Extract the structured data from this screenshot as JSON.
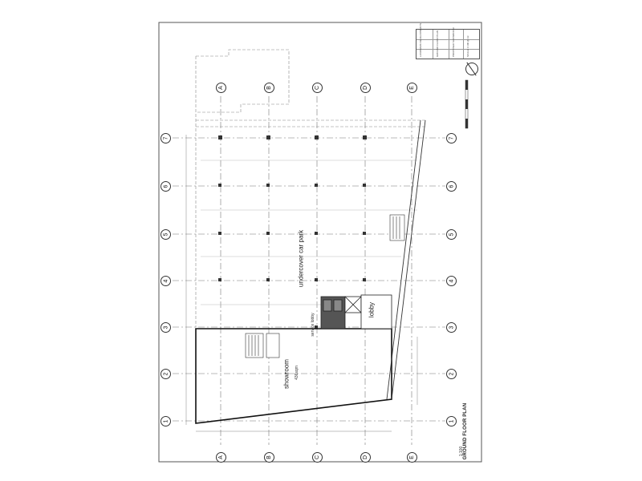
{
  "drawing": {
    "title": "GROUND FLOOR PLAN",
    "scale": "1:100"
  },
  "grid": {
    "columns": [
      "A",
      "B",
      "C",
      "D",
      "E"
    ],
    "rows": [
      "1",
      "2",
      "3",
      "4",
      "5",
      "6",
      "7"
    ]
  },
  "rooms": {
    "car_park": "undercover car park",
    "showroom": "showroom",
    "showroom_area": "436sqm",
    "lobby": "lobby",
    "service_lobby": "service lobby"
  },
  "title_block": {
    "lines": [
      "LANDMARK DEVELOPMENTS",
      "GROUND FLOOR PLAN",
      "PROPOSED SHOWROOM",
      "SCALE 1:100 @ A3"
    ]
  }
}
